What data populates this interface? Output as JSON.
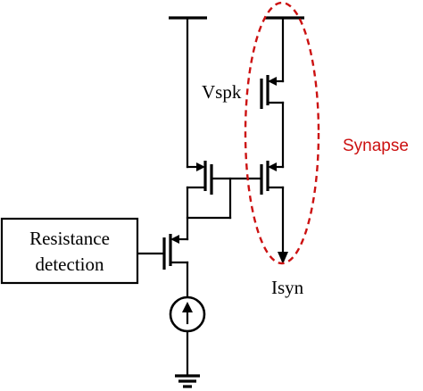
{
  "labels": {
    "resistance_line1": "Resistance",
    "resistance_line2": "detection",
    "vspk": "Vspk",
    "synapse": "Synapse",
    "isyn": "Isyn"
  },
  "colors": {
    "wire": "#000000",
    "synapse_outline": "#cc1111",
    "synapse_text": "#cc1111"
  },
  "icons": {
    "current_source": "current-source-icon",
    "ground": "ground-icon"
  }
}
